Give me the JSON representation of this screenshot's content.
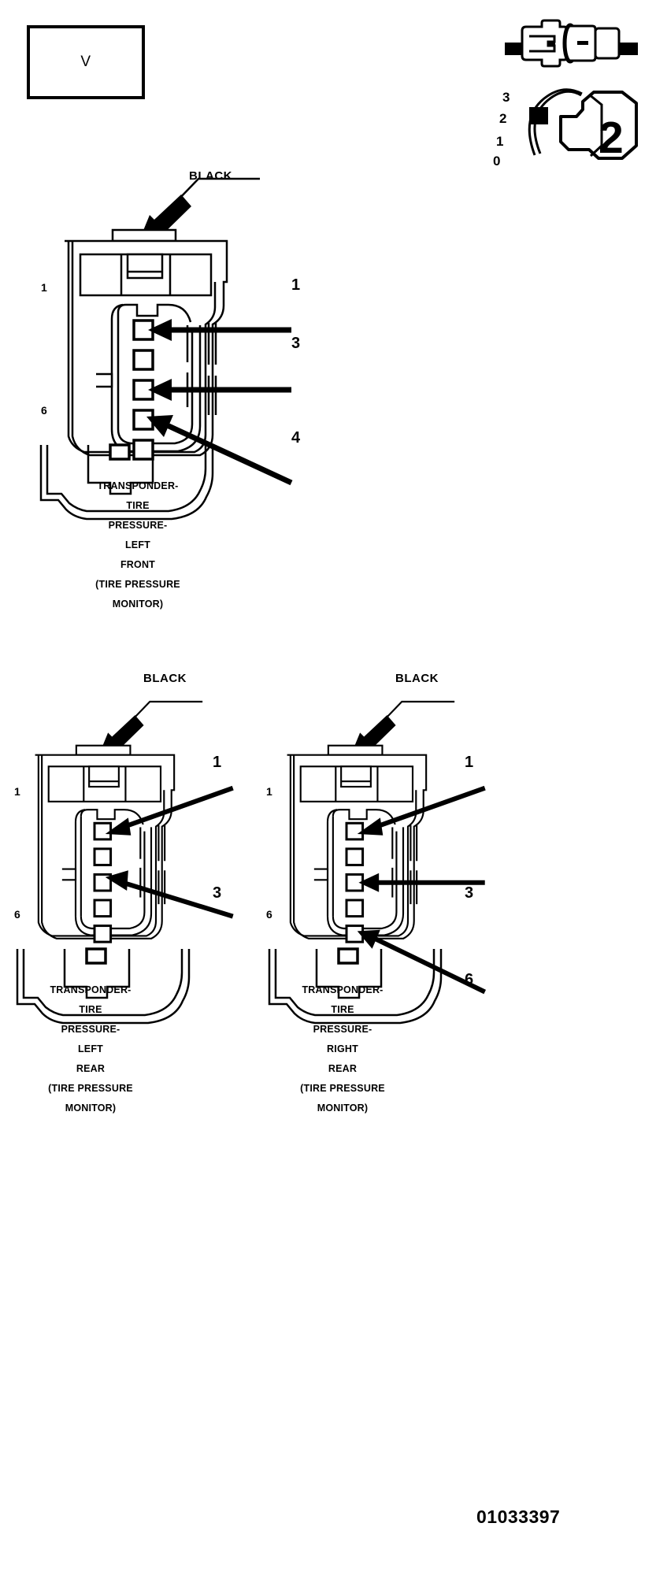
{
  "figure": {
    "id_number": "01033397",
    "legend_box_label": "V"
  },
  "symbols": {
    "connector_pair_icon": "connector-pair-icon",
    "ignition_key_icon": "ignition-key-icon",
    "ignition_key_center_label": "2",
    "ignition_positions": [
      "3",
      "2",
      "1",
      "0"
    ]
  },
  "connectors": [
    {
      "key": "left_front",
      "color_label": "BLACK",
      "top_pin_label": "1",
      "bottom_pin_label": "6",
      "caption": "TRANSPONDER-\nTIRE\nPRESSURE-\nLEFT\nFRONT\n(TIRE PRESSURE\nMONITOR)",
      "callouts": [
        {
          "label": "1",
          "cavity": 1
        },
        {
          "label": "3",
          "cavity": 3
        },
        {
          "label": "4",
          "cavity": 4
        }
      ]
    },
    {
      "key": "left_rear",
      "color_label": "BLACK",
      "top_pin_label": "1",
      "bottom_pin_label": "6",
      "caption": "TRANSPONDER-\nTIRE\nPRESSURE-\nLEFT\nREAR\n(TIRE PRESSURE\nMONITOR)",
      "callouts": [
        {
          "label": "1",
          "cavity": 1
        },
        {
          "label": "3",
          "cavity": 3
        }
      ]
    },
    {
      "key": "right_rear",
      "color_label": "BLACK",
      "top_pin_label": "1",
      "bottom_pin_label": "6",
      "caption": "TRANSPONDER-\nTIRE\nPRESSURE-\nRIGHT\nREAR\n(TIRE PRESSURE\nMONITOR)",
      "callouts": [
        {
          "label": "1",
          "cavity": 1
        },
        {
          "label": "3",
          "cavity": 3
        },
        {
          "label": "6",
          "cavity": 6
        }
      ]
    }
  ],
  "colors": {
    "line": "#000000",
    "background": "#ffffff"
  }
}
